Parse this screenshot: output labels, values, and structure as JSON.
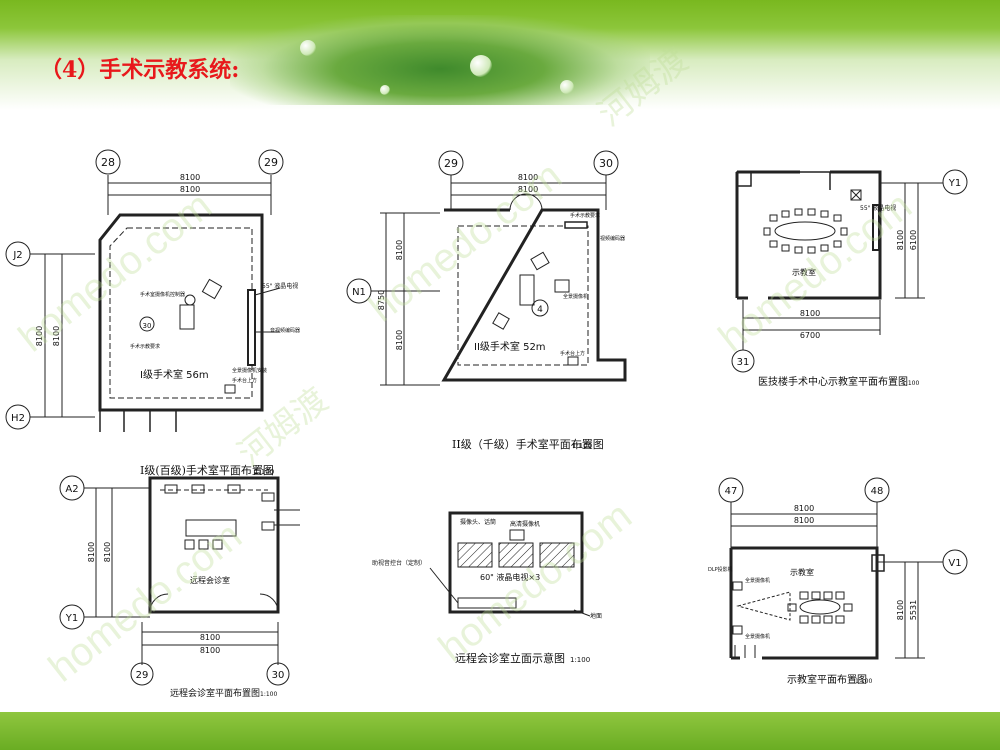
{
  "title": "（4）手术示教系统:",
  "or_i": {
    "axes": [
      "28",
      "29"
    ],
    "rows": [
      "J2",
      "H2"
    ],
    "dims": [
      "8100",
      "8100"
    ],
    "vdim": [
      "8100",
      "8100"
    ],
    "room": "I级手术室 56m",
    "note_lcd": "55\" 液晶电视",
    "notes": [
      "手术室摄像机控制器",
      "全景摄像机安装",
      "手术示教要求",
      "手术台上方",
      "音视频编码器"
    ],
    "circle": "30",
    "caption": "I级(百级)手术室平面布置图",
    "scale": "1:100"
  },
  "or_ii": {
    "axes": [
      "29",
      "30"
    ],
    "row": "N1",
    "dims": [
      "8100",
      "8100"
    ],
    "vdim": [
      "8100",
      "8750",
      "8100"
    ],
    "room": "II级手术室 52m",
    "notes": [
      "手术示教要求",
      "全景摄像机",
      "视频编码器",
      "手术台上方"
    ],
    "circle": "4",
    "caption": "II级（千级）手术室平面布置图",
    "scale": "1:100"
  },
  "demo_hall": {
    "row": "Y1",
    "axis": "31",
    "dims": [
      "8100",
      "6700"
    ],
    "vdim": [
      "8100",
      "6100"
    ],
    "room": "示教室",
    "note_lcd": "55\" 液晶电视",
    "caption": "医技楼手术中心示教室平面布置图",
    "scale": "1:100"
  },
  "consult": {
    "axes": [
      "29",
      "30"
    ],
    "rows": [
      "A2",
      "Y1"
    ],
    "dims": [
      "8100",
      "8100"
    ],
    "vdim": [
      "8100",
      "8100"
    ],
    "room": "远程会诊室",
    "caption": "远程会诊室平面布置图",
    "scale": "1:100"
  },
  "elevation": {
    "label_top": "摄像头、话筒",
    "label_cam": "高清摄像机",
    "label_tv": "60\" 液晶电视×3",
    "label_left": "助视音控台（定制）",
    "label_right": "地面",
    "caption": "远程会诊室立面示意图",
    "scale": "1:100"
  },
  "demo_room": {
    "axes": [
      "47",
      "48"
    ],
    "row": "V1",
    "dims": [
      "8100",
      "8100"
    ],
    "vdim": [
      "8100",
      "5531"
    ],
    "room": "示教室",
    "notes": [
      "DLP投影机",
      "全景摄像机",
      "全景摄像机"
    ],
    "caption": "示教室平面布置图",
    "scale": "1:100"
  },
  "watermarks": [
    "homedo.com",
    "河姆渡"
  ]
}
